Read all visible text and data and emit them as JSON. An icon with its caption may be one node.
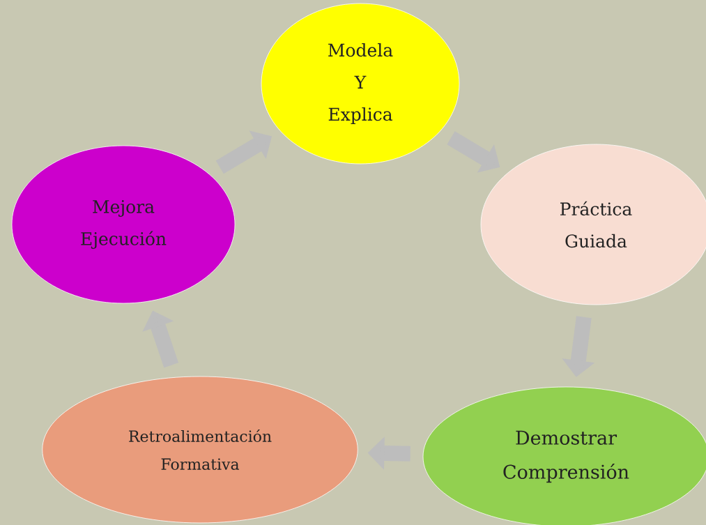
{
  "diagram": {
    "nodes": [
      {
        "text": [
          "Modela Y Explica"
        ]
      },
      {
        "text": [
          "Práctica Guiada"
        ]
      },
      {
        "text": [
          "Demostrar Comprensión"
        ]
      },
      {
        "text": [
          "Retroalimentación Formativa"
        ]
      },
      {
        "text": [
          "Mejora Ejecución"
        ]
      }
    ],
    "edges": [
      {
        "from": 0,
        "to": 1,
        "arrow": "to"
      },
      {
        "from": 1,
        "to": 2,
        "arrow": "to"
      },
      {
        "from": 2,
        "to": 3,
        "arrow": "to"
      },
      {
        "from": 3,
        "to": 4,
        "arrow": "to"
      },
      {
        "from": 4,
        "to": 0,
        "arrow": "to"
      }
    ]
  }
}
